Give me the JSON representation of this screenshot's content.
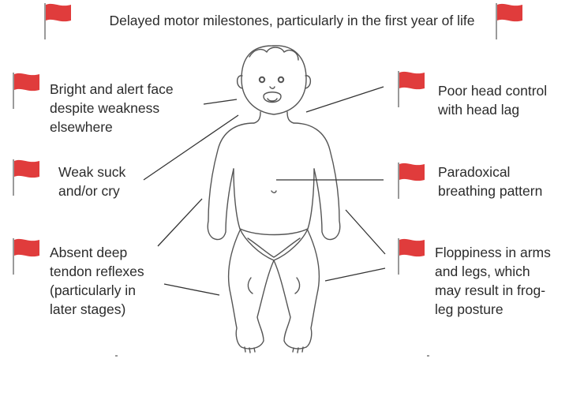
{
  "colors": {
    "flag": "#e03c3c",
    "pole": "#9a9a9a",
    "line": "#333333",
    "outline": "#555555"
  },
  "title": "Delayed motor milestones, particularly in the first year of life",
  "left_labels": [
    "Bright and alert face\ndespite weakness\nelsewhere",
    "Weak suck\nand/or cry",
    "Absent deep\ntendon reflexes\n(particularly in\nlater stages)"
  ],
  "right_labels": [
    "Poor head control\nwith head lag",
    "Paradoxical\nbreathing pattern",
    "Floppiness in arms\nand legs, which\nmay result in frog-\nleg posture"
  ],
  "figure": {
    "subject": "infant-outline",
    "icon": "red-flag-icon"
  }
}
